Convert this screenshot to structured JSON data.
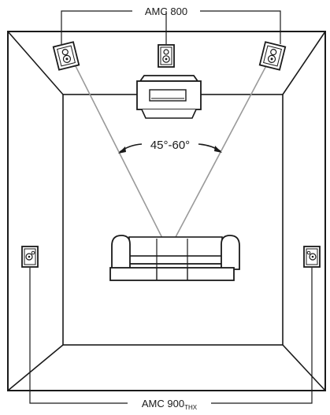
{
  "labels": {
    "front_speakers": "AMC 800",
    "angle": "45°-60°",
    "surround_speakers_main": "AMC 900",
    "surround_speakers_sub": "THX"
  },
  "colors": {
    "stroke": "#1a1a1a",
    "sightline": "#9a9a9a",
    "background": "#ffffff"
  }
}
